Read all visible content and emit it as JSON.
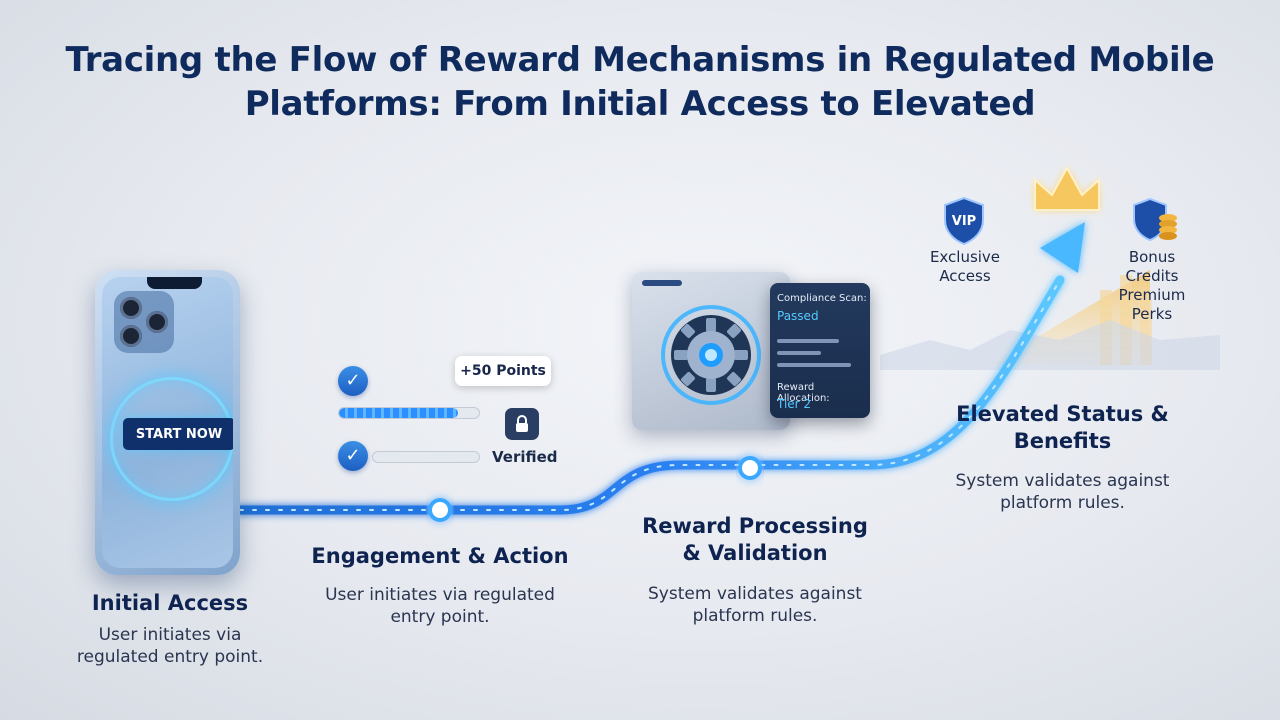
{
  "title": "Tracing the Flow of Reward Mechanisms in Regulated Mobile Platforms: From Initial Access to Elevated",
  "icons": [
    "check-icon",
    "lock-icon",
    "gear-icon",
    "vip-shield-icon",
    "crown-icon",
    "coins-shield-icon",
    "arrow-up-icon"
  ],
  "colors": {
    "navy": "#0f2350",
    "accent_blue": "#2d8fff",
    "glow": "#55c8ff",
    "gold": "#f5c05a"
  },
  "phone": {
    "button_label": "START NOW"
  },
  "steps": [
    {
      "title": "Initial Access",
      "desc": "User initiates via regulated entry point."
    },
    {
      "title": "Engagement & Action",
      "desc": "User initiates via regulated entry point."
    },
    {
      "title": "Reward Processing & Validation",
      "desc": "System validates against platform rules."
    },
    {
      "title": "Elevated Status & Benefits",
      "desc": "System validates against platform rules."
    }
  ],
  "engagement": {
    "points_badge": "+50 Points",
    "verified_label": "Verified",
    "progress_1": 0.85,
    "progress_2": 0.0
  },
  "dashboard": {
    "compliance_label": "Compliance Scan:",
    "compliance_value": "Passed",
    "allocation_label": "Reward Allocation:",
    "allocation_value": "Tier 2"
  },
  "elevated": {
    "vip_badge": "VIP",
    "exclusive_label": "Exclusive Access",
    "bonus_lines": [
      "Bonus",
      "Credits",
      "Premium",
      "Perks"
    ]
  }
}
